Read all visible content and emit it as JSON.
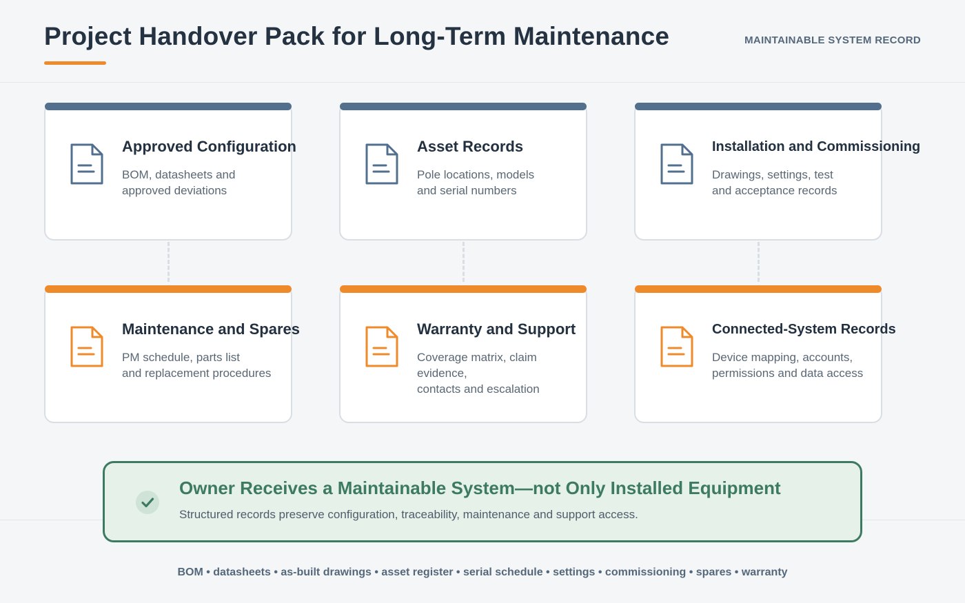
{
  "header": {
    "title": "Project Handover Pack for Long-Term Maintenance",
    "tag": "MAINTAINABLE SYSTEM RECORD"
  },
  "colors": {
    "accent": "#ef8a2b",
    "primary": "#52708e",
    "success": "#3d7a62"
  },
  "cards": [
    {
      "title": "Approved Configuration",
      "description": "BOM, datasheets and\napproved deviations",
      "icon": "document-icon",
      "color": "blue"
    },
    {
      "title": "Asset Records",
      "description": "Pole locations, models\nand serial numbers",
      "icon": "document-icon",
      "color": "blue"
    },
    {
      "title": "Installation and Commissioning",
      "description": "Drawings, settings, test\nand acceptance records",
      "icon": "document-icon",
      "color": "blue"
    },
    {
      "title": "Maintenance and Spares",
      "description": "PM schedule, parts list\nand replacement procedures",
      "icon": "document-icon",
      "color": "orange"
    },
    {
      "title": "Warranty and Support",
      "description": "Coverage matrix, claim evidence,\ncontacts and escalation",
      "icon": "document-icon",
      "color": "orange"
    },
    {
      "title": "Connected-System Records",
      "description": "Device mapping, accounts,\npermissions and data access",
      "icon": "document-icon",
      "color": "orange"
    }
  ],
  "outcome": {
    "title": "Owner Receives a Maintainable System—not Only Installed Equipment",
    "description": "Structured records preserve configuration, traceability, maintenance and support access.",
    "icon": "check-icon"
  },
  "footer": {
    "text": "BOM • datasheets • as-built drawings • asset register • serial schedule • settings • commissioning • spares • warranty"
  }
}
